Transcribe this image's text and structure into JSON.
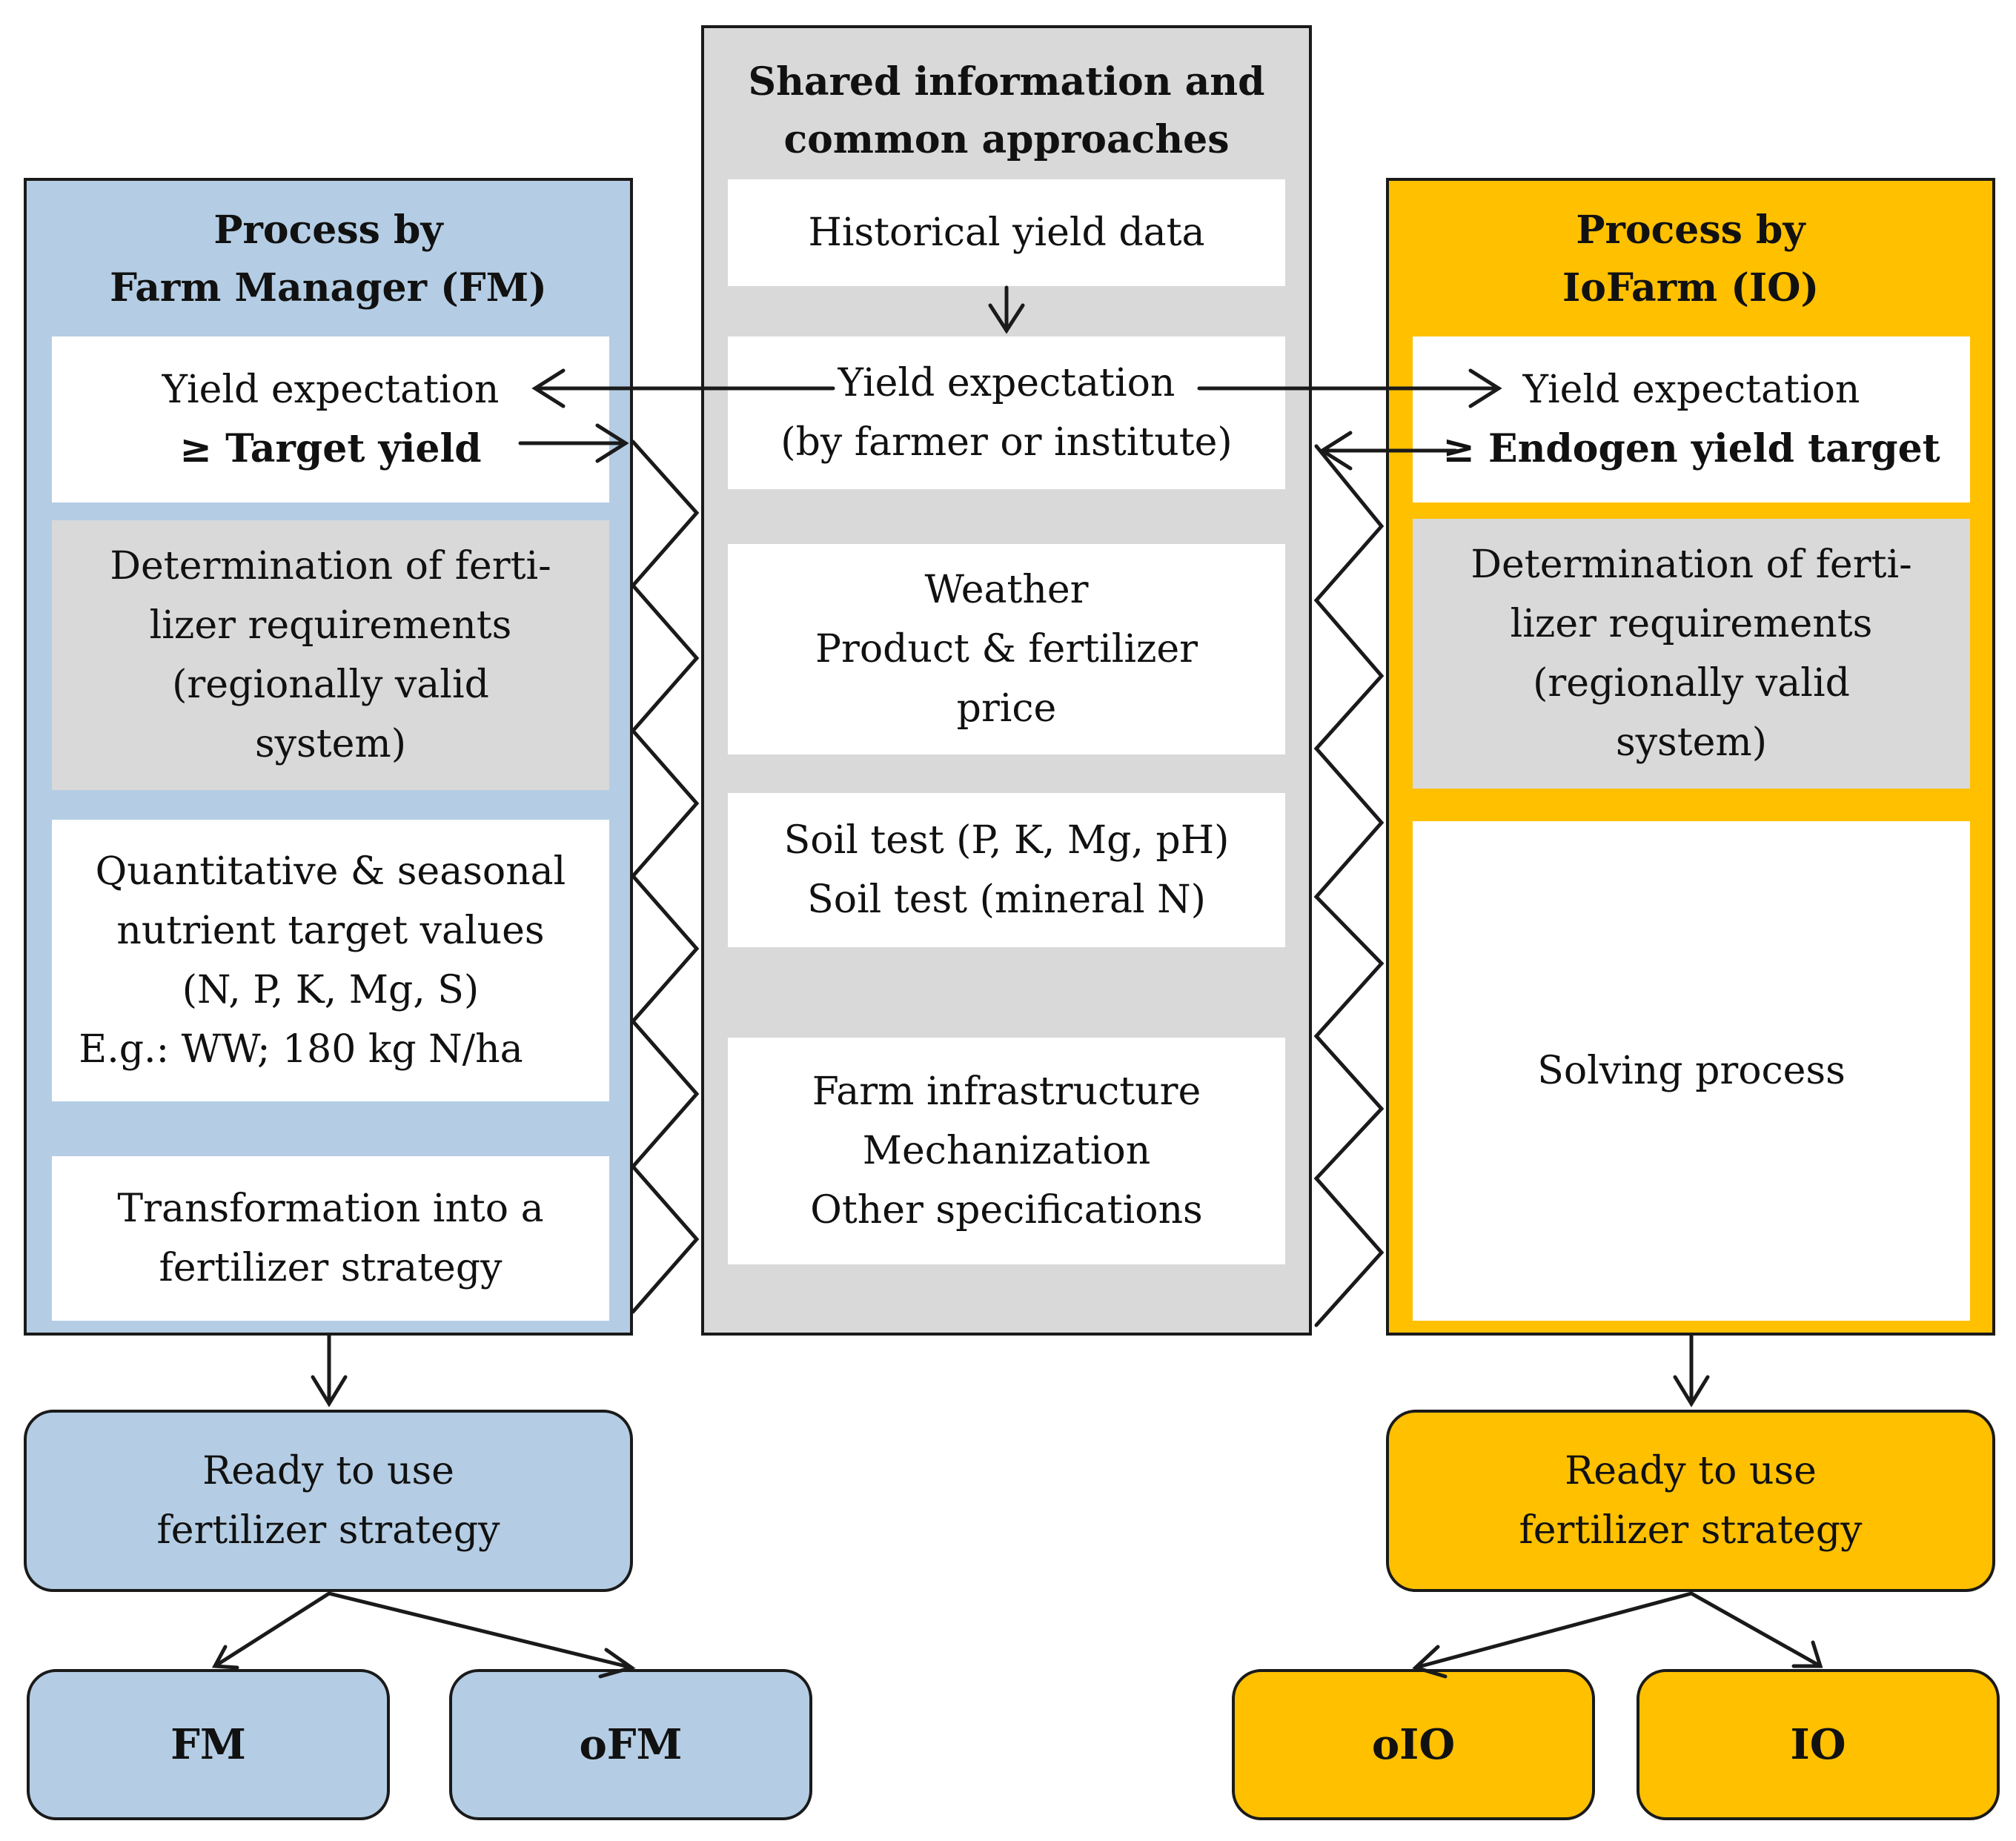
{
  "shared": {
    "title": [
      "Shared information and",
      "common approaches"
    ],
    "historical": "Historical yield data",
    "yield_expectation": [
      "Yield expectation",
      "(by farmer or institute)"
    ],
    "weather_price": [
      "Weather",
      "Product & fertilizer",
      "price"
    ],
    "soil_test": [
      "Soil test (P, K, Mg, pH)",
      "Soil test (mineral N)"
    ],
    "farm_infra": [
      "Farm infrastructure",
      "Mechanization",
      "Other specifications"
    ]
  },
  "fm": {
    "title": [
      "Process by",
      "Farm Manager (FM)"
    ],
    "yield": [
      "Yield expectation",
      "≥ Target yield"
    ],
    "fert_req": [
      "Determination of ferti-",
      "lizer requirements",
      "(regionally valid",
      "system)"
    ],
    "nutrient": [
      "Quantitative & seasonal",
      "nutrient target values",
      "(N, P, K, Mg, S)",
      "E.g.: WW; 180 kg N/ha"
    ],
    "transform": [
      "Transformation into a",
      "fertilizer strategy"
    ],
    "ready": [
      "Ready to use",
      "fertilizer strategy"
    ],
    "out_left": "FM",
    "out_right": "oFM"
  },
  "io": {
    "title": [
      "Process by",
      "IoFarm (IO)"
    ],
    "yield": [
      "Yield expectation",
      "≥ Endogen yield target"
    ],
    "fert_req": [
      "Determination of ferti-",
      "lizer requirements",
      "(regionally valid",
      "system)"
    ],
    "solving": "Solving process",
    "ready": [
      "Ready to use",
      "fertilizer strategy"
    ],
    "out_left": "oIO",
    "out_right": "IO"
  },
  "colors": {
    "fm": "#b4cde4",
    "shared": "#d9d9d9",
    "io": "#ffc000",
    "line": "#1a1a1a"
  }
}
